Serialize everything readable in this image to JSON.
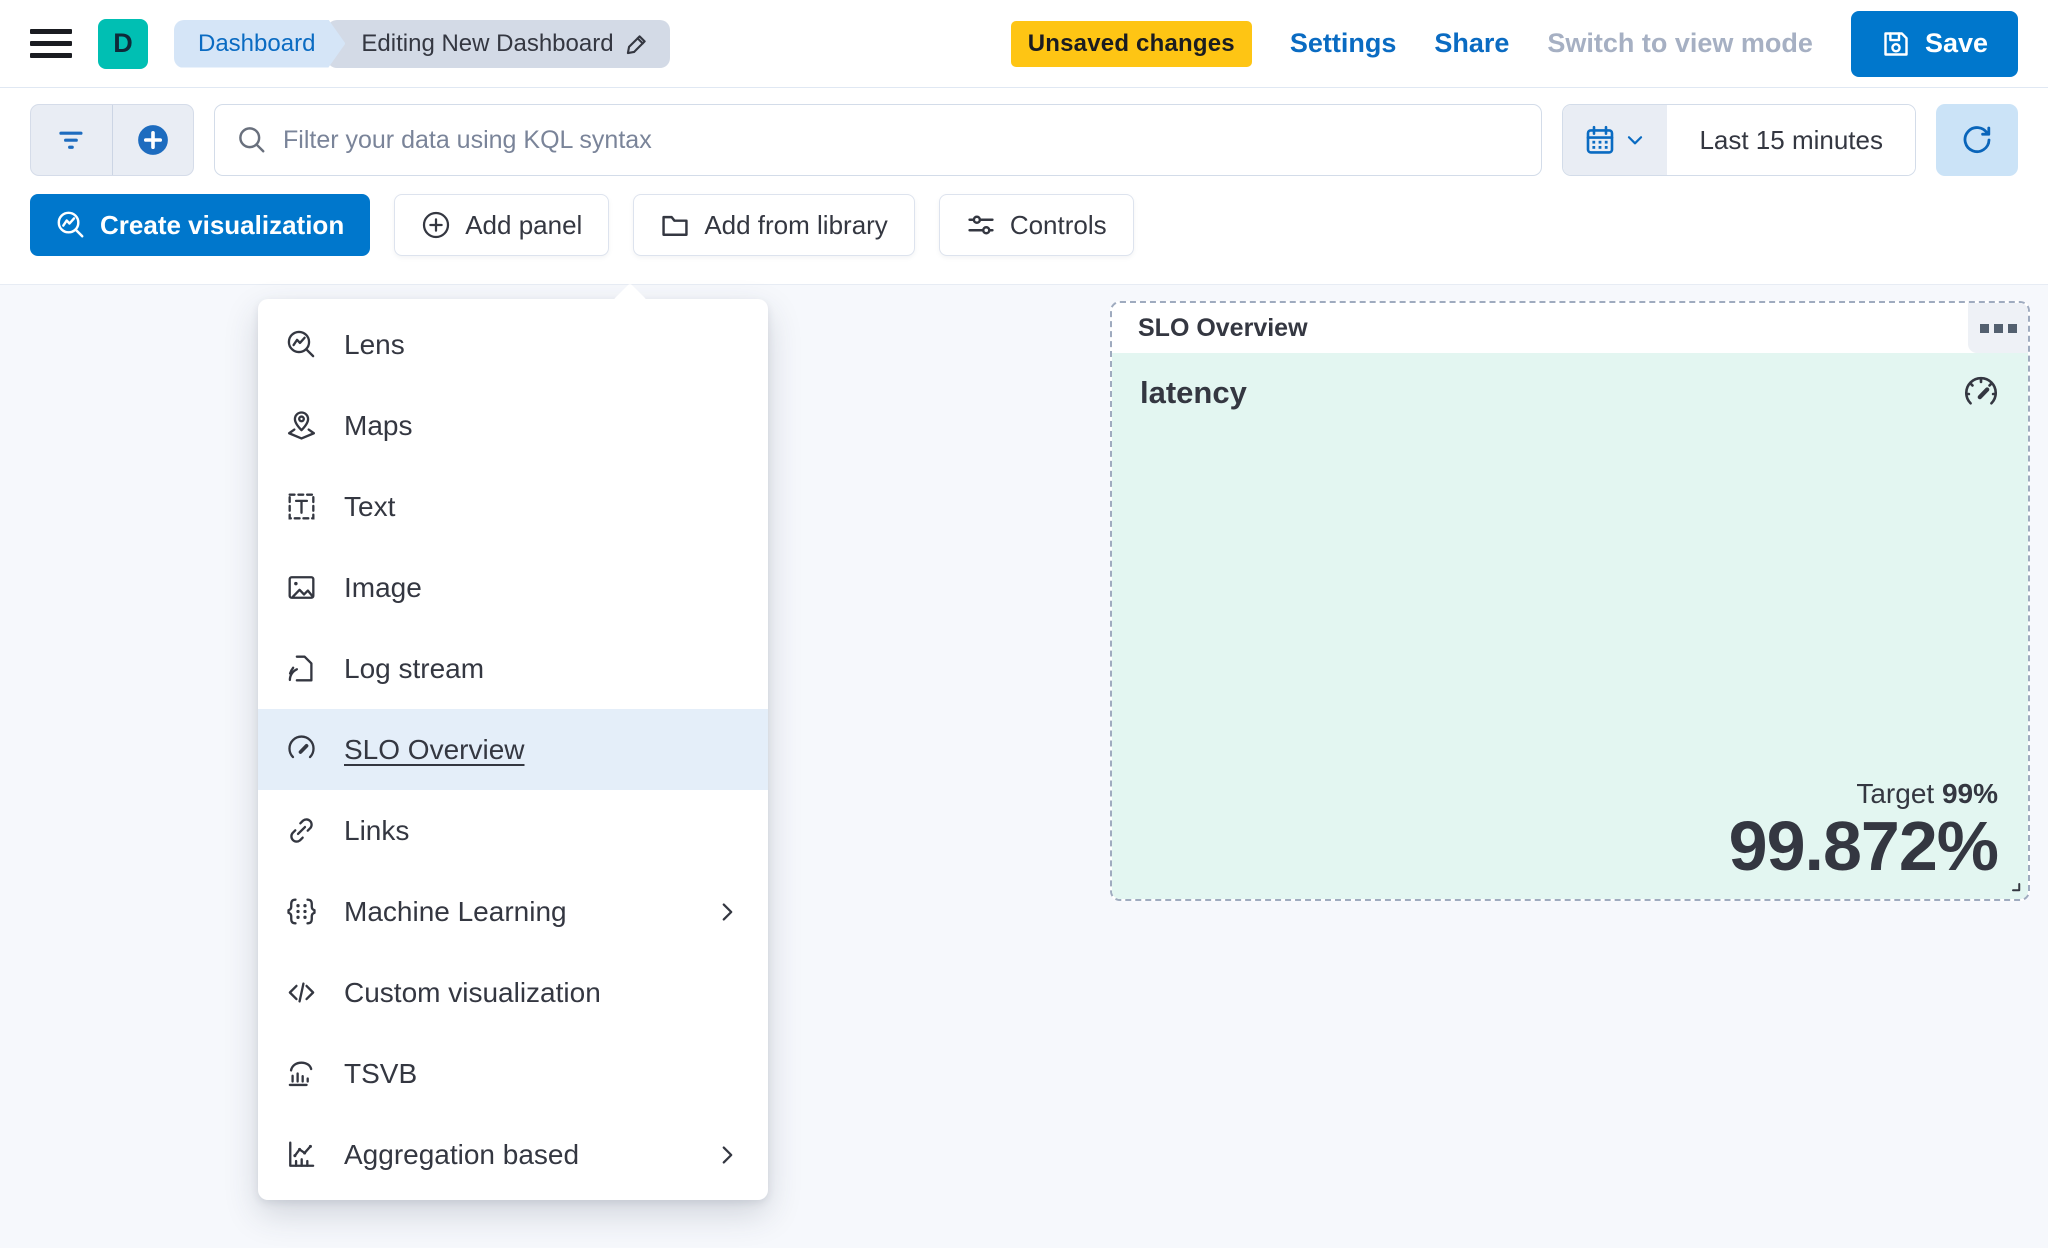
{
  "topbar": {
    "logo_letter": "D",
    "breadcrumbs": [
      {
        "label": "Dashboard"
      },
      {
        "label": "Editing New Dashboard"
      }
    ],
    "unsaved_badge": "Unsaved changes",
    "settings_link": "Settings",
    "share_link": "Share",
    "switch_view_link": "Switch to view mode",
    "save_label": "Save"
  },
  "querybar": {
    "search_placeholder": "Filter your data using KQL syntax",
    "time_range": "Last 15 minutes"
  },
  "actions": {
    "create_visualization": "Create visualization",
    "add_panel": "Add panel",
    "add_from_library": "Add from library",
    "controls": "Controls"
  },
  "add_panel_menu": {
    "items": [
      {
        "label": "Lens",
        "icon": "lens-icon"
      },
      {
        "label": "Maps",
        "icon": "maps-icon"
      },
      {
        "label": "Text",
        "icon": "text-icon"
      },
      {
        "label": "Image",
        "icon": "image-icon"
      },
      {
        "label": "Log stream",
        "icon": "log-stream-icon"
      },
      {
        "label": "SLO Overview",
        "icon": "gauge-icon",
        "selected": true
      },
      {
        "label": "Links",
        "icon": "link-icon"
      },
      {
        "label": "Machine Learning",
        "icon": "machine-learning-icon",
        "has_submenu": true
      },
      {
        "label": "Custom visualization",
        "icon": "code-icon"
      },
      {
        "label": "TSVB",
        "icon": "tsvb-icon"
      },
      {
        "label": "Aggregation based",
        "icon": "aggregation-icon",
        "has_submenu": true
      }
    ]
  },
  "slo_panel": {
    "header": "SLO Overview",
    "name": "latency",
    "target_label": "Target",
    "target_value": "99%",
    "value": "99.872%"
  },
  "colors": {
    "accent_blue": "#0077cc",
    "logo_teal": "#00bfb3",
    "warning_badge": "#fec514",
    "panel_mint": "#e3f6f1",
    "menu_highlight": "#e4eef9",
    "text_dark": "#343741"
  }
}
